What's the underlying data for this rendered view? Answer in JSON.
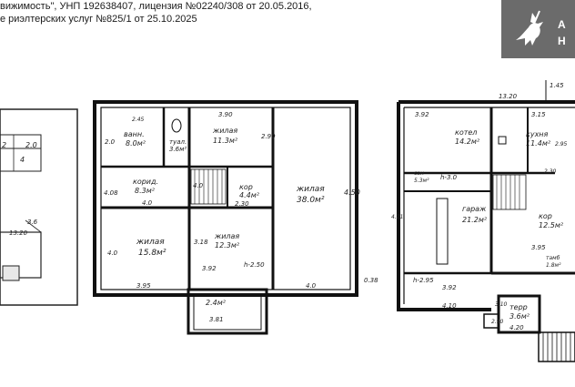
{
  "watermark": {
    "line1": "вижимость\", УНП 192638407, лицензия №02240/308 от 20.05.2016,",
    "line2": "е риэлтерских услуг №825/1 от 25.10.2025"
  },
  "brand": {
    "text1": "А",
    "text2": "Н",
    "logo_icon": "knight-on-horse-icon",
    "color": "#6b6b6b"
  },
  "left_plan": {
    "dims": [
      "2",
      "2.0",
      "3.6",
      "13.20"
    ],
    "marks": [
      "4"
    ]
  },
  "middle_plan": {
    "rooms": [
      {
        "name": "ванн.",
        "area": "8.0м²"
      },
      {
        "name": "туал.",
        "area": "3.6м²"
      },
      {
        "name": "жилая",
        "area": "11.3м²"
      },
      {
        "name": "корид.",
        "area": "8.3м²"
      },
      {
        "name": "кор",
        "area": "4.4м²"
      },
      {
        "name": "жилая",
        "area": "38.0м²"
      },
      {
        "name": "жилая",
        "area": "15.8м²"
      },
      {
        "name": "жилая",
        "area": "12.3м²"
      },
      {
        "name": "",
        "area": "2.4м²"
      }
    ],
    "dims": [
      "3.90",
      "2.90",
      "2.0",
      "4.0",
      "2.30",
      "3.92",
      "h-2.50",
      "3.95",
      "4.0",
      "3.18",
      "3.81",
      "4.50",
      "0.38",
      "4.0",
      "2.45",
      "4.08",
      "4.0"
    ]
  },
  "right_plan": {
    "rooms": [
      {
        "name": "котел",
        "area": "14.2м²"
      },
      {
        "name": "кухня",
        "area": "11.4м²"
      },
      {
        "name": "сан",
        "area": "5.3м²"
      },
      {
        "name": "гараж",
        "area": "21.2м²"
      },
      {
        "name": "кор",
        "area": "12.5м²"
      },
      {
        "name": "тамб",
        "area": "1.8м²"
      },
      {
        "name": "терр",
        "area": "3.6м²"
      }
    ],
    "dims": [
      "13.20",
      "1.45",
      "3.92",
      "3.15",
      "h-3.0",
      "h-2.95",
      "3.92",
      "4.10",
      "3.95",
      "4.20",
      "2.95",
      "2.30",
      "4.21",
      "2.90",
      "3.10"
    ]
  }
}
